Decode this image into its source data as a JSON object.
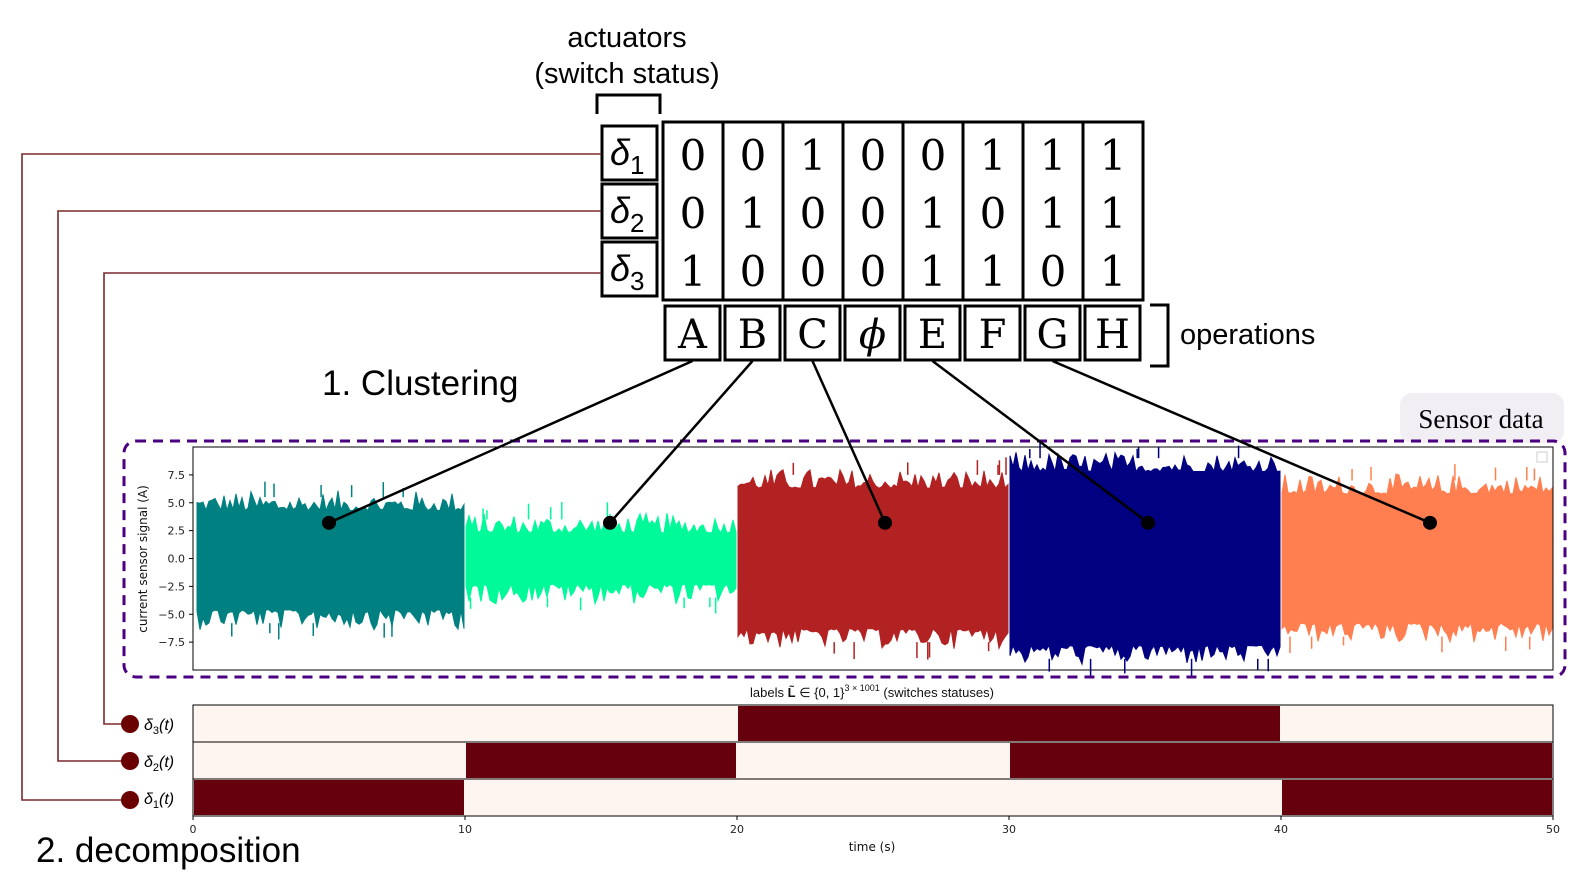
{
  "header": {
    "line1": "actuators",
    "line2": "(switch status)"
  },
  "actuators": {
    "rows": [
      {
        "sym": "δ",
        "sub": "1",
        "values": [
          "0",
          "0",
          "1",
          "0",
          "0",
          "1",
          "1",
          "1"
        ]
      },
      {
        "sym": "δ",
        "sub": "2",
        "values": [
          "0",
          "1",
          "0",
          "0",
          "1",
          "0",
          "1",
          "1"
        ]
      },
      {
        "sym": "δ",
        "sub": "3",
        "values": [
          "1",
          "0",
          "0",
          "0",
          "1",
          "1",
          "0",
          "1"
        ]
      }
    ]
  },
  "operations": {
    "label": "operations",
    "items": [
      "A",
      "B",
      "C",
      "ϕ",
      "E",
      "F",
      "G",
      "H"
    ]
  },
  "steps": {
    "clustering": "1. Clustering",
    "decomposition": "2. decomposition"
  },
  "sensor_box": {
    "label": "Sensor data"
  },
  "labels_title": {
    "prefix": "labels ",
    "L": "L̃",
    "mid": " ∈ {0, 1}",
    "exp": "3 × 1001",
    "suffix": " (switches statuses)"
  },
  "chart_data": [
    {
      "type": "area",
      "ylabel": "current sensor signal (A)",
      "yticks": [
        "7.5",
        "5.0",
        "2.5",
        "0.0",
        "−2.5",
        "−5.0",
        "−7.5"
      ],
      "ylim": [
        -10,
        10
      ],
      "xlim": [
        0,
        50
      ],
      "segments": [
        {
          "x": [
            0,
            10
          ],
          "ymin": -5.8,
          "ymax": 5.5,
          "color": "#008080",
          "op": "A"
        },
        {
          "x": [
            10,
            20
          ],
          "ymin": -3.5,
          "ymax": 3.5,
          "color": "#00FA9A",
          "op": "B"
        },
        {
          "x": [
            20,
            30
          ],
          "ymin": -7.5,
          "ymax": 7.5,
          "color": "#B22222",
          "op": "C"
        },
        {
          "x": [
            30,
            40
          ],
          "ymin": -9.0,
          "ymax": 9.0,
          "color": "#000080",
          "op": "E"
        },
        {
          "x": [
            40,
            50
          ],
          "ymin": -7.0,
          "ymax": 7.0,
          "color": "#FF7F50",
          "op": "G"
        }
      ],
      "dot_y": 3.2
    },
    {
      "type": "heatmap",
      "xlabel": "time (s)",
      "xticks": [
        "0",
        "10",
        "20",
        "30",
        "40",
        "50"
      ],
      "xlim": [
        0,
        50
      ],
      "rows": [
        {
          "label": "δ3(t)",
          "sym": "δ",
          "sub": "3",
          "on": [
            [
              20,
              40
            ]
          ]
        },
        {
          "label": "δ2(t)",
          "sym": "δ",
          "sub": "2",
          "on": [
            [
              10,
              20
            ],
            [
              30,
              50
            ]
          ]
        },
        {
          "label": "δ1(t)",
          "sym": "δ",
          "sub": "1",
          "on": [
            [
              0,
              10
            ],
            [
              40,
              50
            ]
          ]
        }
      ],
      "on_color": "#67000D",
      "off_color": "#FFF5F0"
    }
  ],
  "colors": {
    "connector": "#7a2a2a",
    "box_dash": "#4B0082",
    "dot_dark": "#6b0000"
  }
}
